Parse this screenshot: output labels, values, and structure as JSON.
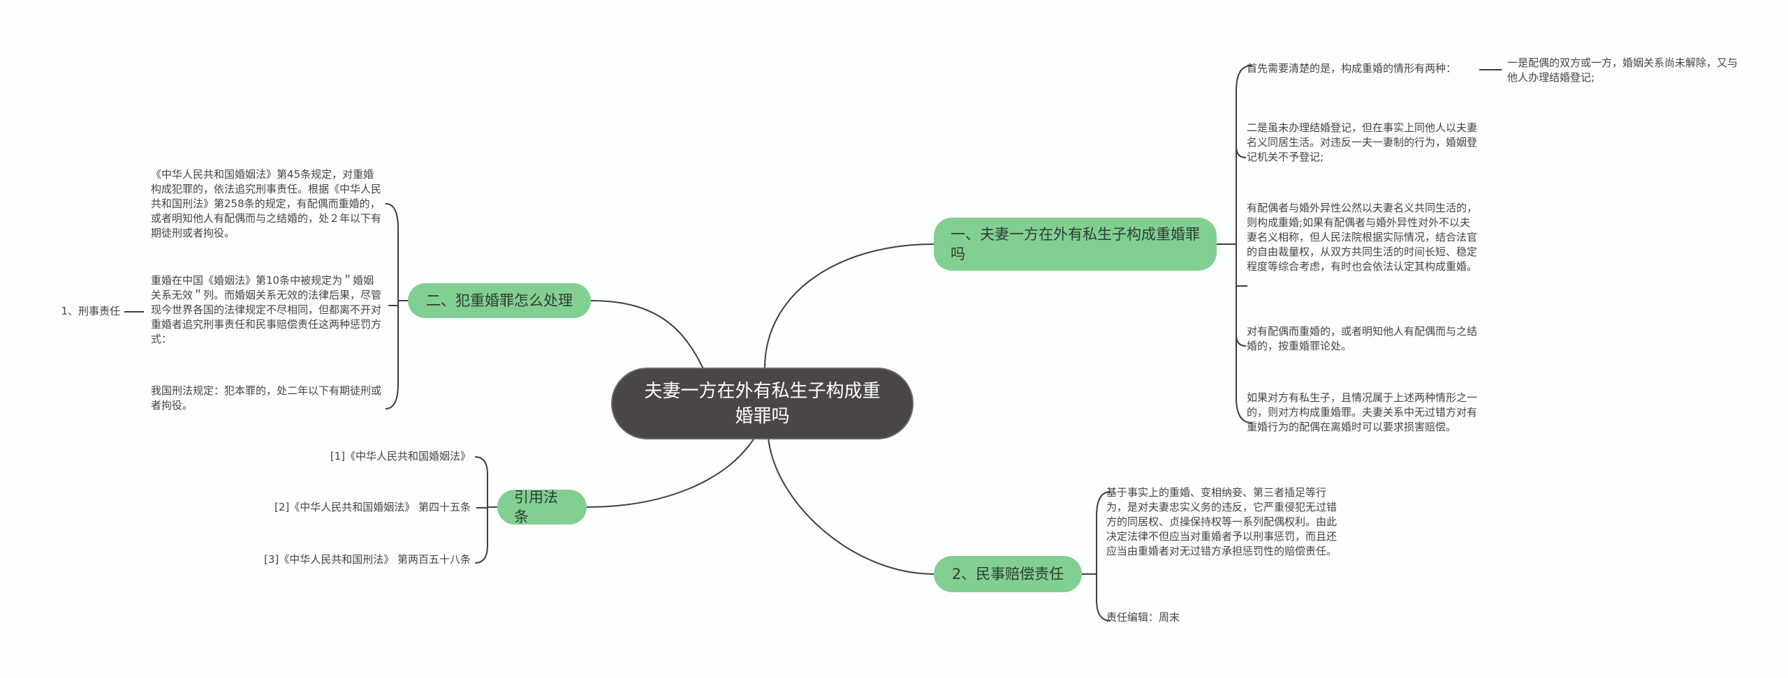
{
  "root": {
    "title": "夫妻一方在外有私生子构成重婚罪吗"
  },
  "branch1": {
    "title": "一、夫妻一方在外有私生子构成重婚罪吗",
    "leaf1": "首先需要清楚的是，构成重婚的情形有两种：",
    "leaf1_sub": "一是配偶的双方或一方，婚姻关系尚未解除，又与他人办理结婚登记;",
    "leaf2": "二是虽未办理结婚登记，但在事实上同他人以夫妻名义同居生活。对违反一夫一妻制的行为，婚姻登记机关不予登记;",
    "leaf3": "有配偶者与婚外异性公然以夫妻名义共同生活的，则构成重婚;如果有配偶者与婚外异性对外不以夫妻名义相称，但人民法院根据实际情况，结合法官的自由裁量权，从双方共同生活的时间长短、稳定程度等综合考虑，有时也会依法认定其构成重婚。",
    "leaf4": "对有配偶而重婚的，或者明知他人有配偶而与之结婚的，按重婚罪论处。",
    "leaf5": "如果对方有私生子，且情况属于上述两种情形之一的，则对方构成重婚罪。夫妻关系中无过错方对有重婚行为的配偶在离婚时可以要求损害赔偿。"
  },
  "branch2": {
    "title": "二、犯重婚罪怎么处理",
    "leaf1": "《中华人民共和国婚姻法》第45条规定，对重婚构成犯罪的，依法追究刑事责任。根据《中华人民共和国刑法》第258条的规定，有配偶而重婚的，或者明知他人有配偶而与之结婚的，处２年以下有期徒刑或者拘役。",
    "leaf2": "重婚在中国《婚姻法》第10条中被规定为＂婚姻关系无效＂列。而婚姻关系无效的法律后果，尽管现今世界各国的法律规定不尽相同，但都离不开对重婚者追究刑事责任和民事赔偿责任这两种惩罚方式：",
    "leaf2_sub": "1、刑事责任",
    "leaf3": "我国刑法规定：犯本罪的，处二年以下有期徒刑或者拘役。"
  },
  "branch3": {
    "title": "引用法条",
    "leaf1": "[1]《中华人民共和国婚姻法》",
    "leaf2": "[2]《中华人民共和国婚姻法》 第四十五条",
    "leaf3": "[3]《中华人民共和国刑法》 第两百五十八条"
  },
  "branch4": {
    "title": "2、民事赔偿责任",
    "leaf1": "基于事实上的重婚、变相纳妾、第三者插足等行为，是对夫妻忠实义务的违反，它严重侵犯无过错方的同居权、贞操保持权等一系列配偶权利。由此决定法律不但应当对重婚者予以刑事惩罚，而且还应当由重婚者对无过错方承担惩罚性的赔偿责任。",
    "leaf2": "责任编辑：周末"
  }
}
